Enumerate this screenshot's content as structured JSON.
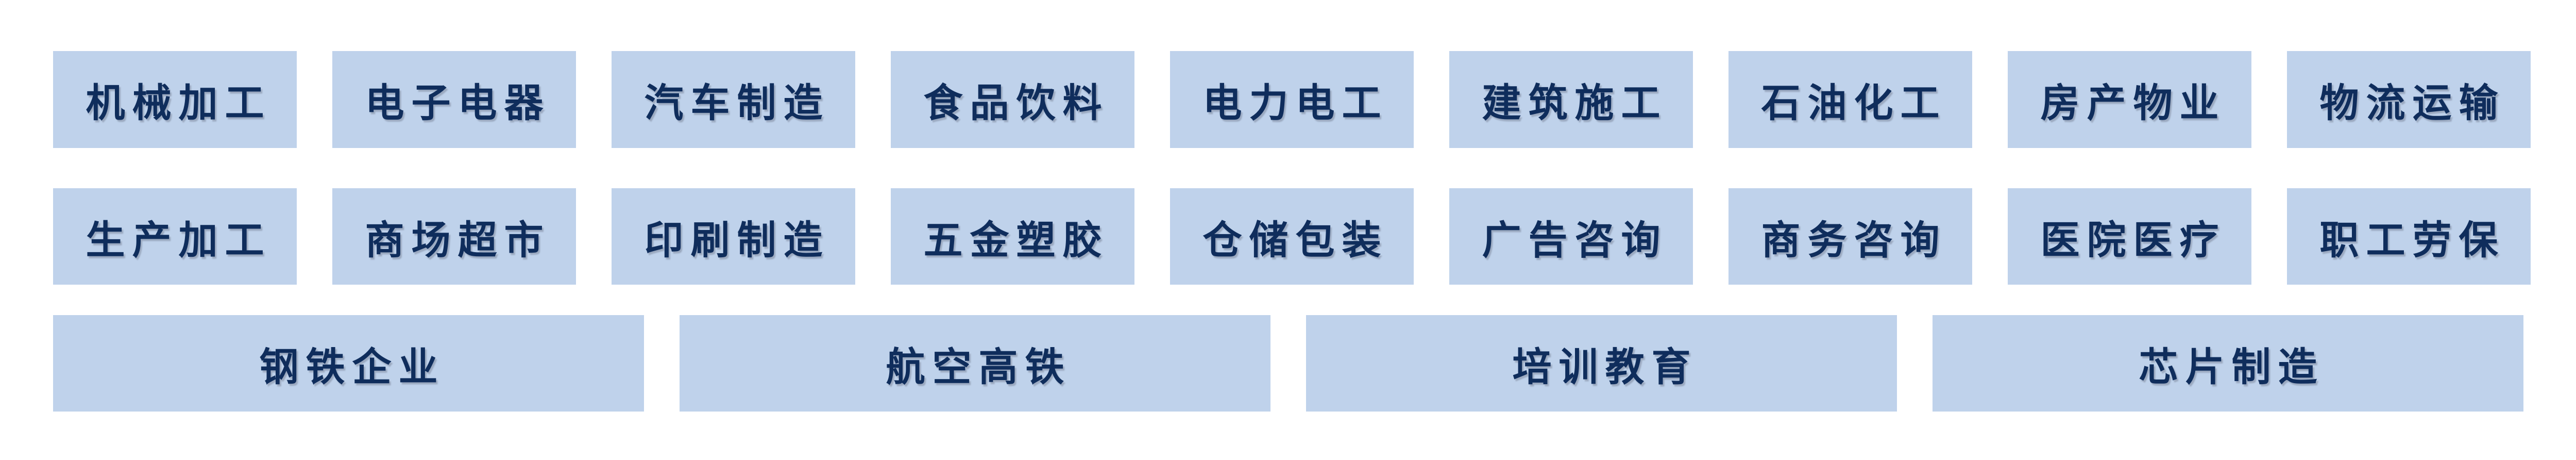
{
  "colors": {
    "tag_background": "#bfd2eb",
    "tag_text": "#0f2d5c",
    "page_background": "#ffffff"
  },
  "rows": [
    {
      "items": [
        "机械加工",
        "电子电器",
        "汽车制造",
        "食品饮料",
        "电力电工",
        "建筑施工",
        "石油化工",
        "房产物业",
        "物流运输"
      ]
    },
    {
      "items": [
        "生产加工",
        "商场超市",
        "印刷制造",
        "五金塑胶",
        "仓储包装",
        "广告咨询",
        "商务咨询",
        "医院医疗",
        "职工劳保"
      ]
    },
    {
      "items": [
        "钢铁企业",
        "航空高铁",
        "培训教育",
        "芯片制造"
      ]
    }
  ]
}
